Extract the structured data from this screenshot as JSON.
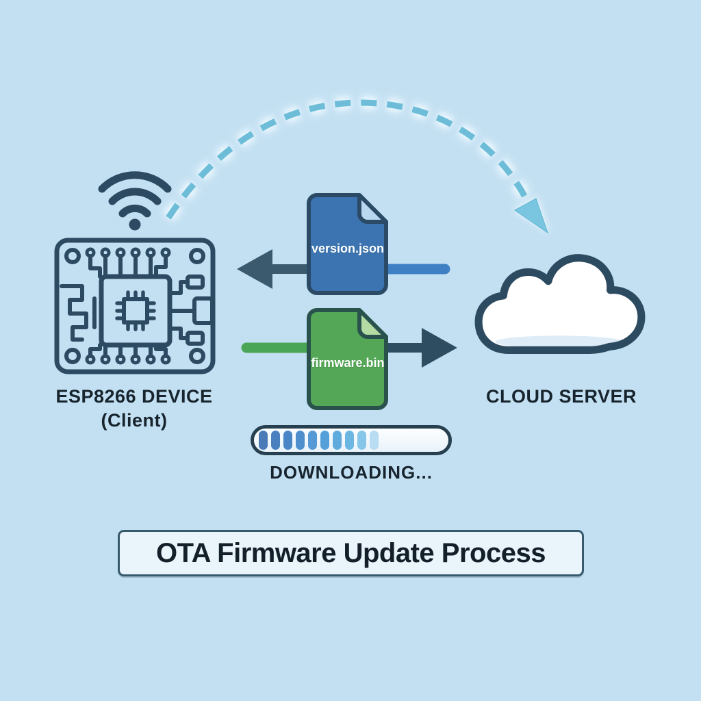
{
  "title": {
    "label": "OTA Firmware Update Process"
  },
  "device": {
    "label_line1": "ESP8266 DEVICE",
    "label_line2": "(Client)"
  },
  "cloud": {
    "label": "CLOUD SERVER"
  },
  "files": [
    {
      "name": "version.json",
      "arrow_direction": "left",
      "fill": "#3b74b0",
      "fold": "#b9d7ee",
      "border": "#2b4a66"
    },
    {
      "name": "firmware.bin",
      "arrow_direction": "right",
      "fill": "#54a757",
      "fold": "#b4dba3",
      "border": "#2a524d"
    }
  ],
  "progress": {
    "label": "DOWNLOADING...",
    "segments_filled": 10,
    "fill_ratio_percent": 64,
    "segment_colors": [
      "#4a7ab8",
      "#4a80c0",
      "#4a86c6",
      "#4f8fcd",
      "#559ad4",
      "#55a0d8",
      "#5fabdd",
      "#6cb6e2",
      "#86c6e9",
      "#b8dcf1"
    ]
  },
  "colors": {
    "background": "#c3e0f2",
    "outline_dark": "#2d4a63",
    "text_dark": "#17242e",
    "arrow_dark": "#3c5a6e",
    "arrow_blue_tail": "#3f80c4",
    "arrow_green_tail": "#4ba557",
    "dashed_arc": "#6dbdd9",
    "arc_arrowhead": "#7ac6e0",
    "progress_border": "#27404f",
    "title_box_bg": "#e9f4fb"
  }
}
